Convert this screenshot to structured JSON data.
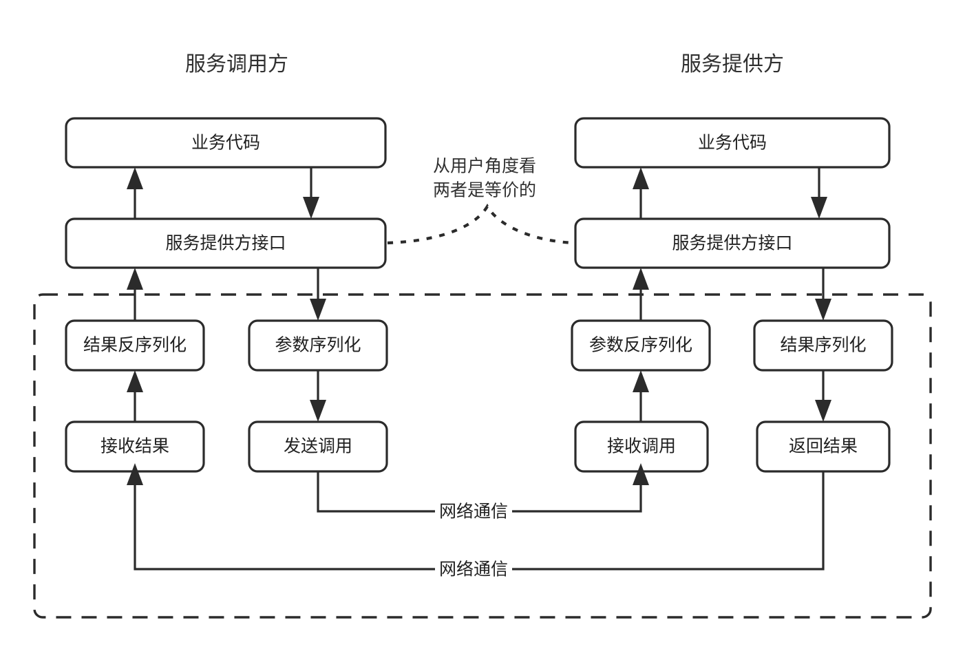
{
  "diagram": {
    "title_left": "服务调用方",
    "title_right": "服务提供方",
    "annotation": {
      "line1": "从用户角度看",
      "line2": "两者是等价的"
    },
    "colors": {
      "stroke": "#2b2b2b",
      "text": "#1f1f1f",
      "title_text": "#303030",
      "background": "#ffffff",
      "node_fill": "#ffffff"
    },
    "nodes": {
      "caller_business_code": "业务代码",
      "caller_provider_interface": "服务提供方接口",
      "caller_result_deserialize": "结果反序列化",
      "caller_param_serialize": "参数序列化",
      "caller_receive_result": "接收结果",
      "caller_send_call": "发送调用",
      "provider_business_code": "业务代码",
      "provider_provider_interface": "服务提供方接口",
      "provider_param_deserialize": "参数反序列化",
      "provider_result_serialize": "结果序列化",
      "provider_receive_call": "接收调用",
      "provider_return_result": "返回结果"
    },
    "edge_labels": {
      "network_call": "网络通信",
      "network_return": "网络通信"
    }
  }
}
